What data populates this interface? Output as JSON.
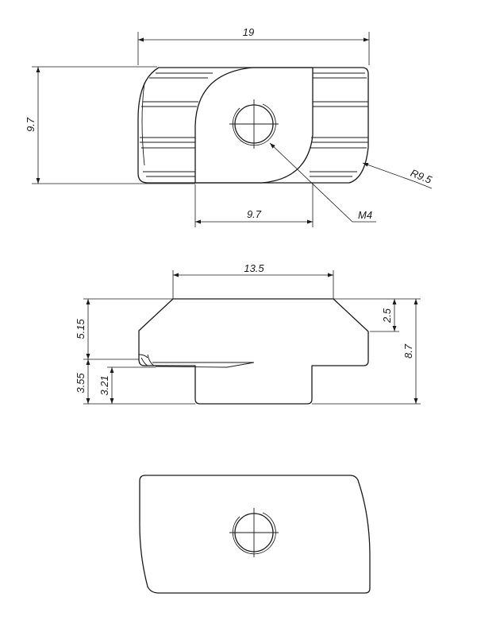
{
  "dimensions": {
    "top_width": "19",
    "top_height": "9.7",
    "top_bottom_width": "9.7",
    "radius": "R9.5",
    "thread": "M4",
    "side_top_width": "13.5",
    "side_upper_height": "5.15",
    "side_chamfer": "2.5",
    "side_total_height": "8.7",
    "side_lower_outer": "3.55",
    "side_lower_inner": "3.21"
  }
}
